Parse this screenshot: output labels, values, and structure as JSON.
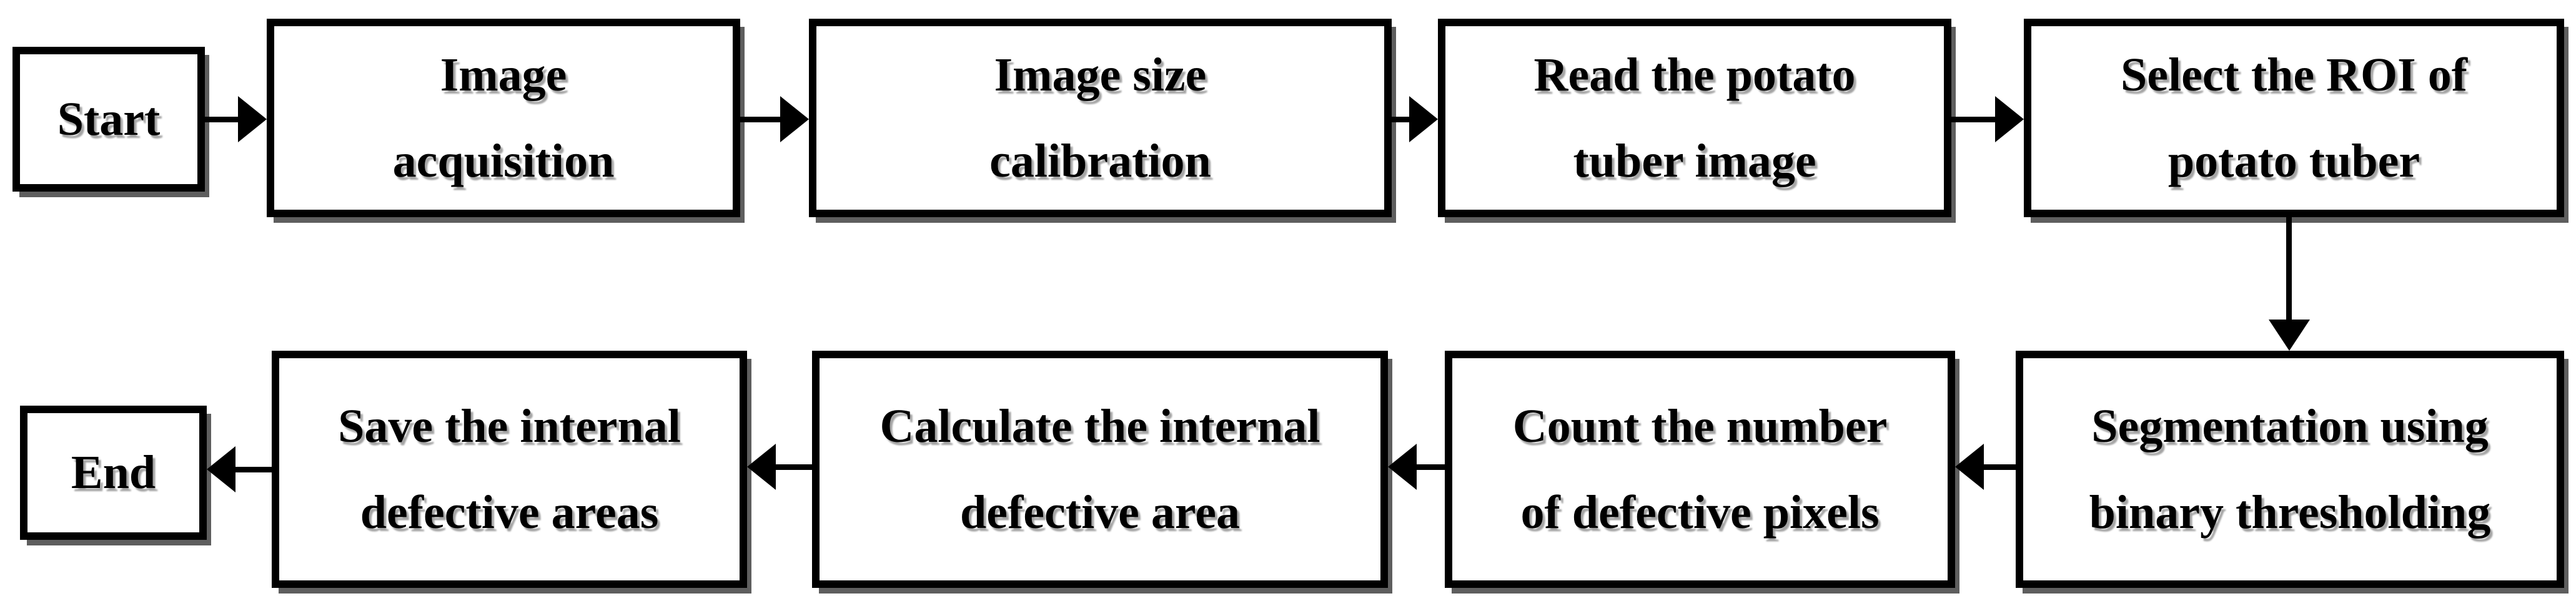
{
  "diagram": {
    "type": "flowchart",
    "colors": {
      "background": "#ffffff",
      "box_fill": "#ffffff",
      "box_border": "#000000",
      "text": "#000000",
      "arrow": "#000000"
    },
    "nodes": [
      {
        "id": "start",
        "label": "Start",
        "lines": [
          "Start"
        ]
      },
      {
        "id": "image-acquisition",
        "label": "Image acquisition",
        "lines": [
          "Image",
          "acquisition"
        ]
      },
      {
        "id": "image-size-calibration",
        "label": "Image size calibration",
        "lines": [
          "Image size",
          "calibration"
        ]
      },
      {
        "id": "read-potato-tuber-image",
        "label": "Read the potato tuber image",
        "lines": [
          "Read the potato",
          "tuber image"
        ]
      },
      {
        "id": "select-roi-potato-tuber",
        "label": "Select the ROI of potato tuber",
        "lines": [
          "Select the ROI of",
          "potato tuber"
        ]
      },
      {
        "id": "segmentation-binary-thresholding",
        "label": "Segmentation using binary thresholding",
        "lines": [
          "Segmentation using",
          "binary thresholding"
        ]
      },
      {
        "id": "count-defective-pixels",
        "label": "Count the number of defective pixels",
        "lines": [
          "Count the number",
          "of defective pixels"
        ]
      },
      {
        "id": "calculate-internal-defective-area",
        "label": "Calculate the internal defective area",
        "lines": [
          "Calculate the internal",
          "defective area"
        ]
      },
      {
        "id": "save-internal-defective-areas",
        "label": "Save the internal defective areas",
        "lines": [
          "Save the internal",
          "defective areas"
        ]
      },
      {
        "id": "end",
        "label": "End",
        "lines": [
          "End"
        ]
      }
    ],
    "edges": [
      {
        "from": "start",
        "to": "image-acquisition",
        "direction": "right"
      },
      {
        "from": "image-acquisition",
        "to": "image-size-calibration",
        "direction": "right"
      },
      {
        "from": "image-size-calibration",
        "to": "read-potato-tuber-image",
        "direction": "right"
      },
      {
        "from": "read-potato-tuber-image",
        "to": "select-roi-potato-tuber",
        "direction": "right"
      },
      {
        "from": "select-roi-potato-tuber",
        "to": "segmentation-binary-thresholding",
        "direction": "down"
      },
      {
        "from": "segmentation-binary-thresholding",
        "to": "count-defective-pixels",
        "direction": "left"
      },
      {
        "from": "count-defective-pixels",
        "to": "calculate-internal-defective-area",
        "direction": "left"
      },
      {
        "from": "calculate-internal-defective-area",
        "to": "save-internal-defective-areas",
        "direction": "left"
      },
      {
        "from": "save-internal-defective-areas",
        "to": "end",
        "direction": "left"
      }
    ]
  }
}
